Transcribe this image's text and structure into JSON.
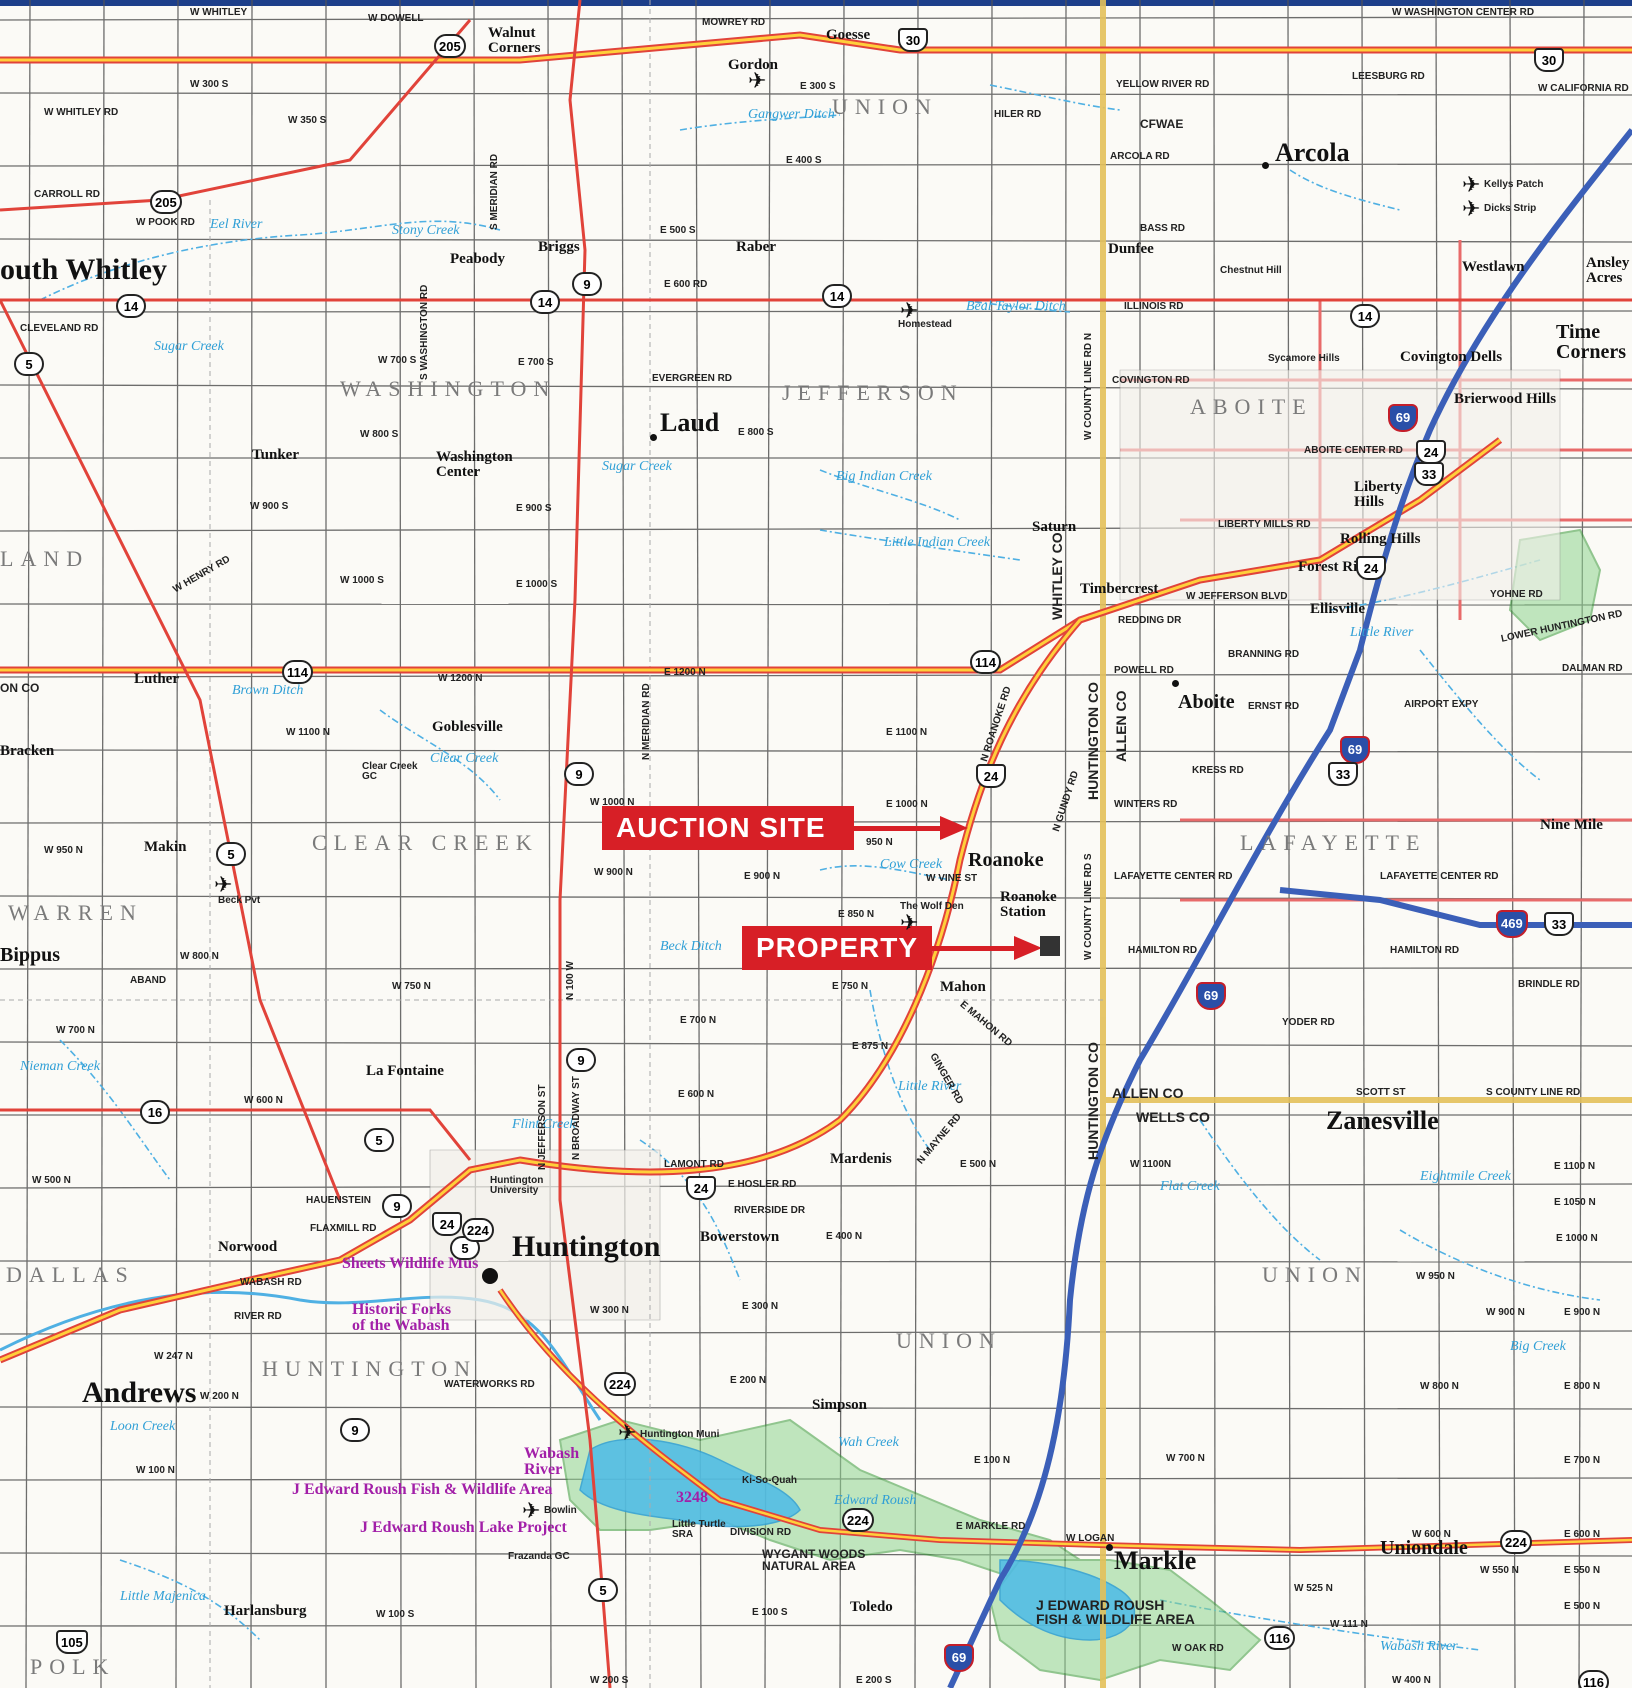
{
  "labels": {
    "towns": {
      "south_whitley": "outh Whitley",
      "laud": "Laud",
      "arcola": "Arcola",
      "huntington": "Huntington",
      "andrews": "Andrews",
      "markle": "Markle",
      "zanesville": "Zanesville",
      "roanoke": "Roanoke",
      "aboite": "Aboite",
      "bippus": "Bippus",
      "uniondale": "Uniondale",
      "time_corners": "Time\nCorners",
      "walnut_corners": "Walnut\nCorners",
      "washington_center": "Washington\nCenter",
      "roanoke_station": "Roanoke\nStation",
      "luther": "Luther",
      "makin": "Makin",
      "tunker": "Tunker",
      "peabody": "Peabody",
      "briggs": "Briggs",
      "raber": "Raber",
      "dunfee": "Dunfee",
      "saturn": "Saturn",
      "timbercrest": "Timbercrest",
      "ellisville": "Ellisville",
      "forest_ridge": "Forest Ridge",
      "liberty_hills": "Liberty\nHills",
      "rolling_hills": "Rolling Hills",
      "mahon": "Mahon",
      "mardenis": "Mardenis",
      "bowerstown": "Bowerstown",
      "simpson": "Simpson",
      "toledo": "Toledo",
      "harlansburg": "Harlansburg",
      "goblesville": "Goblesville",
      "la_fontaine": "La Fontaine",
      "nine_mile": "Nine Mile",
      "westlawn": "Westlawn",
      "ansley_acres": "Ansley\nAcres",
      "covington_dells": "Covington Dells",
      "brierwood_hills": "Brierwood Hills",
      "norwood": "Norwood",
      "gordon": "Gordon",
      "goeese": "Goesse",
      "bracken": "Bracken",
      "homestead": "Homestead",
      "chestnut_hill": "Chestnut Hill",
      "sycamore_hills": "Sycamore Hills",
      "kellys_patch": "Kellys Patch",
      "dicks_strip": "Dicks Strip",
      "the_wolf_den": "The Wolf Den",
      "beck_pvt": "Beck Pvt",
      "bowlin": "Bowlin",
      "frazanda_gc": "Frazanda GC",
      "ki_so_quah": "Ki-So-Quah",
      "little_turtle_sra": "Little Turtle\nSRA",
      "huntington_muni": "Huntington Muni",
      "huntington_university": "Huntington\nUniversity",
      "clear_creek_gc": "Clear Creek\nGC"
    },
    "townships": {
      "union_n": "UNION",
      "washington": "WASHINGTON",
      "jefferson": "JEFFERSON",
      "aboite": "ABOITE",
      "clear_creek": "CLEAR CREEK",
      "lafayette": "LAFAYETTE",
      "warren": "WARREN",
      "land": "LAND",
      "union_c": "UNION",
      "union_e": "UNION",
      "huntington": "HUNTINGTON",
      "dallas": "DALLAS",
      "polk": "POLK"
    },
    "counties": {
      "whitley_co": "WHITLEY CO",
      "huntington_co_n": "HUNTINGTON CO",
      "allen_co": "ALLEN CO",
      "huntington_co_s": "HUNTINGTON CO",
      "allen_co_s": "ALLEN CO",
      "wells_co": "WELLS CO",
      "on_co": "ON CO"
    },
    "water": {
      "eel_river": "Eel River",
      "stony_creek": "Stony Creek",
      "sugar_creek_w": "Sugar Creek",
      "sugar_creek_c": "Sugar Creek",
      "big_indian_creek": "Big Indian Creek",
      "little_indian_creek": "Little Indian Creek",
      "clear_creek": "Clear Creek",
      "flint_creek": "Flint Creek",
      "cow_creek": "Cow Creek",
      "beck_ditch": "Beck Ditch",
      "little_river_s": "Little River",
      "little_river_n": "Little River",
      "eightmile_creek": "Eightmile Creek",
      "flat_creek": "Flat Creek",
      "big_creek": "Big Creek",
      "wabash_river": "Wabash River",
      "loon_creek": "Loon Creek",
      "gangwer_ditch": "Gangwer Ditch",
      "beal_taylor_ditch": "Beal Taylor Ditch",
      "brown_ditch": "Brown Ditch",
      "nieman_creek": "Nieman Creek",
      "little_majenica": "Little Majenica",
      "wah_creek": "Wah Creek",
      "edward_roush": "Edward Roush"
    },
    "poi": {
      "sheets_museum": "Sheets Wildlife Mus",
      "historic_forks": "Historic Forks\nof the Wabash",
      "wabash_river_poi": "Wabash\nRiver",
      "roush_fwa": "J Edward Roush Fish & Wildlife Area",
      "roush_lake": "J Edward Roush Lake Project",
      "poi_3248": "3248",
      "wygant_woods": "WYGANT WOODS\nNATURAL AREA",
      "roush_fwa_2": "J EDWARD ROUSH\nFISH & WILDLIFE AREA"
    },
    "callouts": {
      "auction_site": "AUCTION SITE",
      "property": "PROPERTY"
    }
  },
  "shields": {
    "r205_n": "205",
    "r205_w": "205",
    "us30_n": "30",
    "us30_e": "30",
    "r14_w": "14",
    "r14_c": "14",
    "r14_e": "14",
    "r14_far": "14",
    "r9_n": "9",
    "r9_c": "9",
    "r9_s": "9",
    "r9_sw": "9",
    "r9_hunt": "9",
    "r5_nw": "5",
    "r5_w": "5",
    "r5_c": "5",
    "r5_s": "5",
    "r5_hunt": "5",
    "r114_w": "114",
    "r114_e": "114",
    "us24_c": "24",
    "us24_s": "24",
    "us24_ne": "24",
    "us24_hunt": "24",
    "us24_e": "24",
    "r16": "16",
    "r224_hunt": "224",
    "r224_s": "224",
    "r224_e": "224",
    "r224_far": "224",
    "i69_n": "69",
    "i69_c": "69",
    "i69_s": "69",
    "i69_far_s": "69",
    "i469": "469",
    "us33_n": "33",
    "us33_c": "33",
    "us33_e": "33",
    "r116_s": "116",
    "r116_e": "116",
    "us105": "105"
  },
  "roads": {
    "e_300_s": "E 300 S",
    "w_300_s": "W 300 S",
    "w_350_s": "W 350 S",
    "e_400_s": "E 400 S",
    "e_500_s": "E 500 S",
    "e_600_rd": "E 600 RD",
    "w_700_s": "W 700 S",
    "e_700_s": "E 700 S",
    "w_800_s": "W 800 S",
    "e_800_s": "E 800 S",
    "w_900_s": "W 900 S",
    "e_900_s": "E 900 S",
    "w_1000_s": "W 1000 S",
    "e_1000_s": "E 1000 S",
    "w_1200_n": "W 1200 N",
    "e_1200_n": "E 1200 N",
    "w_1100_n": "W 1100 N",
    "e_1100_n": "E 1100 N",
    "w_1000_n": "W 1000 N",
    "e_1000_n": "E 1000 N",
    "w_900_n": "W 900 N",
    "e_900_n": "E 900 N",
    "w_800_n": "W 800 N",
    "w_750_n": "W 750 N",
    "w_700_n": "W 700 N",
    "e_700_n": "E 700 N",
    "w_600_n": "W 600 N",
    "e_600_n": "E 600 N",
    "w_500_n": "W 500 N",
    "e_500_n": "E 500 N",
    "e_400_n": "E 400 N",
    "w_300_n": "W 300 N",
    "e_300_n": "E 300 N",
    "w_200_n": "W 200 N",
    "e_200_n": "E 200 N",
    "w_100_n": "W 100 N",
    "e_100_n": "E 100 N",
    "w_100_s": "W 100 S",
    "e_100_s": "E 100 S",
    "w_200_s": "W 200 S",
    "e_200_s": "E 200 S",
    "yellow_river_rd": "YELLOW RIVER RD",
    "arcola_rd": "ARCOLA RD",
    "bass_rd": "BASS RD",
    "illinois_rd": "ILLINOIS RD",
    "covington_rd": "COVINGTON RD",
    "aboite_center_rd": "ABOITE CENTER RD",
    "liberty_mills_rd": "LIBERTY MILLS RD",
    "jefferson_blvd": "W JEFFERSON BLVD",
    "redding_dr": "REDDING DR",
    "branning_rd": "BRANNING RD",
    "powell_rd": "POWELL RD",
    "ernst_rd": "ERNST RD",
    "airport_expy": "AIRPORT EXPY",
    "kress_rd": "KRESS RD",
    "winters_rd": "WINTERS RD",
    "lafayette_center_rd": "LAFAYETTE CENTER RD",
    "lafayette_center_rd_e": "LAFAYETTE CENTER RD",
    "hamilton_rd": "HAMILTON RD",
    "hamilton_rd_e": "HAMILTON RD",
    "yoder_rd": "YODER RD",
    "scott_st": "SCOTT ST",
    "s_county_line_rd": "S COUNTY LINE RD",
    "brindle_rd": "BRINDLE RD",
    "yohne_rd": "YOHNE RD",
    "dalman_rd": "DALMAN RD",
    "lower_huntington_rd": "LOWER HUNTINGTON RD",
    "cfwae": "CFWAE",
    "hiler_rd": "HILER RD",
    "mowrey_rd": "MOWREY RD",
    "w_washington_center_rd": "W WASHINGTON CENTER RD",
    "leesburg_rd": "LEESBURG RD",
    "w_california_rd": "W CALIFORNIA RD",
    "aband": "ABAND",
    "division_rd": "DIVISION RD",
    "waterworks_rd": "WATERWORKS RD",
    "riverside_dr": "RIVERSIDE DR",
    "river_rd": "RIVER RD",
    "wabash_rd": "WABASH RD",
    "w_247_n": "W 247 N",
    "hauenstein": "HAUENSTEIN",
    "flaxmill_rd": "FLAXMILL RD",
    "lamont_rd": "LAMONT RD",
    "e_markle_rd": "E MARKLE RD",
    "e_hosler_rd": "E HOSLER RD",
    "w_henry_rd": "W HENRY RD",
    "cleveland_rd": "CLEVELAND RD",
    "carroll_rd": "CARROLL RD",
    "w_pook_rd": "W POOK RD",
    "w_dowell": "W DOWELL",
    "w_whitley": "W WHITLEY",
    "w_whitley_rd": "W WHITLEY RD",
    "evergreen_rd": "EVERGREEN RD",
    "w_county_line_rd_n": "W COUNTY LINE RD N",
    "w_county_line_rd_s": "W COUNTY LINE RD S",
    "n_roanoke_rd": "N ROANOKE RD",
    "n_gundy_rd": "N GUNDY RD",
    "n_mayne_rd": "N MAYNE RD",
    "ginger_rd": "GINGER RD",
    "e_mahon_rd": "E MAHON RD",
    "e_875_n": "E 875 N",
    "e_850_n": "E 850 N",
    "e_750_n": "E 750 N",
    "e_950_n": "950 N",
    "w_950_n": "W 950 N",
    "w_vine_st": "W VINE ST",
    "w_1100n_e": "W 1100N",
    "e_1100_n_e": "E 1100 N",
    "e_1050_n": "E 1050 N",
    "e_1000_n_e": "E 1000 N",
    "w_950_n_e": "W 950 N",
    "w_900_n_e": "W 900 N",
    "e_900_n_e": "E 900 N",
    "e_800_n_e": "E 800 N",
    "w_800_n_e": "W 800 N",
    "w_700_n_e": "W 700 N",
    "e_700_n_e": "E 700 N",
    "e_600_n_e": "E 600 N",
    "w_600_n_e": "W 600 N",
    "e_550_n": "E 550 N",
    "w_550_n": "W 550 N",
    "e_500_n_e": "E 500 N",
    "w_525_n": "W 525 N",
    "w_111_n": "W 111 N",
    "w_400_n": "W 400 N",
    "w_oak_rd": "W OAK RD",
    "w_logan": "W LOGAN",
    "n_meridian_rd": "N MERIDIAN RD",
    "s_meridian_rd": "S MERIDIAN RD",
    "s_washington_rd": "S WASHINGTON RD",
    "n_100_w": "N 100 W",
    "n_broadway": "N BROADWAY ST",
    "n_jefferson": "N JEFFERSON ST"
  }
}
